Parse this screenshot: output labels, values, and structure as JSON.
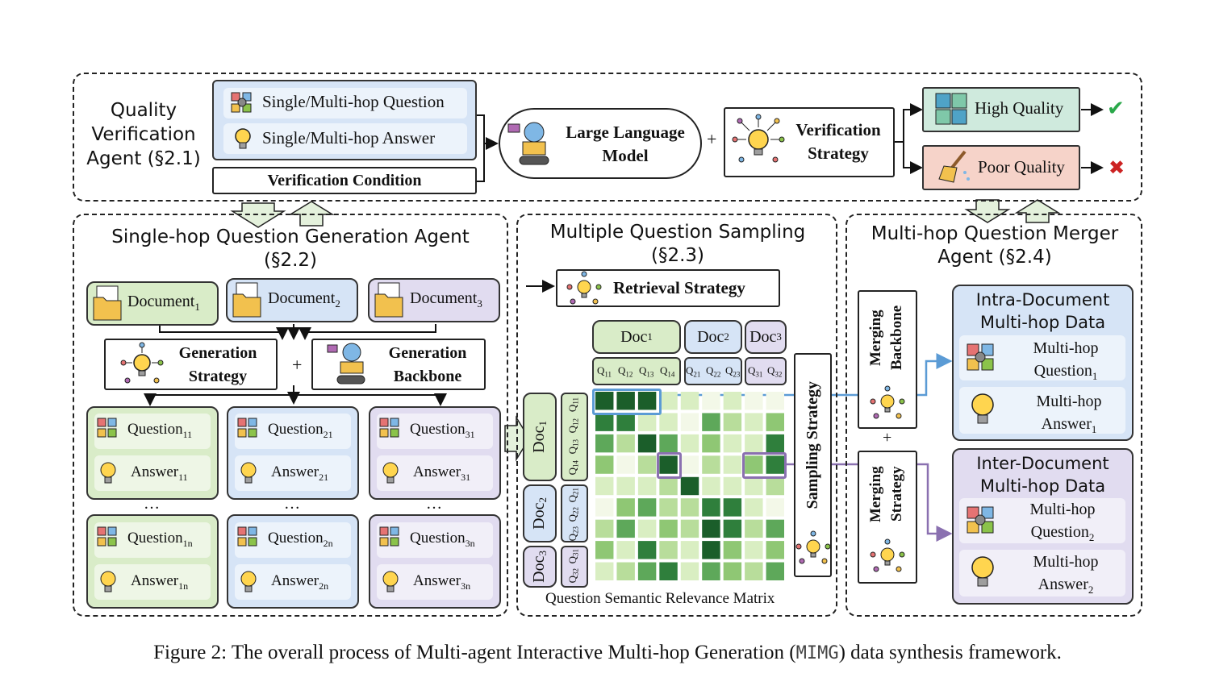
{
  "colors": {
    "green": "#d9ecc8",
    "blue": "#d6e4f6",
    "purple": "#e1dcf0",
    "pink": "#f6d3c9",
    "check": "#2aa84a",
    "cross": "#cc2222",
    "highlight_blue": "#5b9bd5",
    "highlight_purple": "#8a70b0"
  },
  "quality": {
    "title_l1": "Quality",
    "title_l2": "Verification",
    "title_l3": "Agent (§2.1)",
    "question": "Single/Multi-hop Question",
    "answer": "Single/Multi-hop Answer",
    "condition": "Verification Condition",
    "llm_l1": "Large Language",
    "llm_l2": "Model",
    "plus": "+",
    "strategy_l1": "Verification",
    "strategy_l2": "Strategy",
    "high": "High Quality",
    "poor": "Poor Quality",
    "check": "✔",
    "cross": "✖"
  },
  "single": {
    "title_l1": "Single-hop Question Generation Agent",
    "title_l2": "(§2.2)",
    "doc_label": "Document",
    "doc_subs": [
      "1",
      "2",
      "3"
    ],
    "gen_strategy_l1": "Generation",
    "gen_strategy_l2": "Strategy",
    "plus": "+",
    "gen_backbone_l1": "Generation",
    "gen_backbone_l2": "Backbone",
    "q_label": "Question",
    "a_label": "Answer",
    "subs_top": [
      "11",
      "21",
      "31"
    ],
    "subs_bottom": [
      "1n",
      "2n",
      "3n"
    ],
    "ellipsis": "…"
  },
  "sampling": {
    "title_l1": "Multiple Question Sampling",
    "title_l2": "(§2.3)",
    "retrieval": "Retrieval Strategy",
    "doc": "Doc",
    "doc_subs": [
      "1",
      "2",
      "3"
    ],
    "q_cols": [
      "11",
      "12",
      "13",
      "14",
      "21",
      "22",
      "23",
      "31",
      "32"
    ],
    "sampling_strategy": "Sampling Strategy",
    "matrix_caption": "Question Semantic Relevance Matrix"
  },
  "merger": {
    "title_l1": "Multi-hop Question Merger",
    "title_l2": "Agent (§2.4)",
    "merging_backbone": "Merging Backbone",
    "merging_strategy": "Merging Strategy",
    "plus": "+",
    "intra_l1": "Intra-Document",
    "intra_l2": "Multi-hop Data",
    "inter_l1": "Inter-Document",
    "inter_l2": "Multi-hop Data",
    "mh": "Multi-hop",
    "question": "Question",
    "answer": "Answer",
    "intra_sub": "1",
    "inter_sub": "2"
  },
  "caption": {
    "prefix": "Figure 2: The overall process of Multi-agent Interactive Multi-hop Generation (",
    "code": "MIMG",
    "suffix": ") data synthesis framework."
  }
}
